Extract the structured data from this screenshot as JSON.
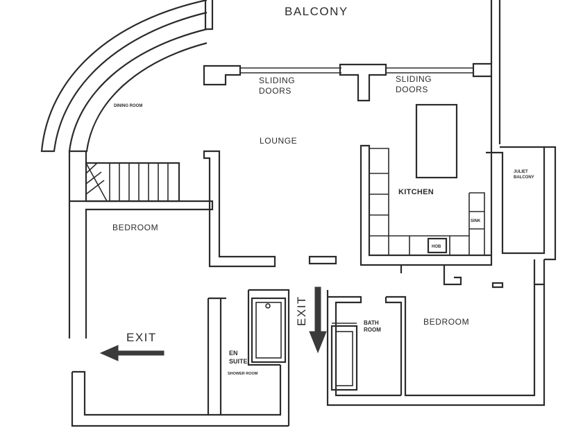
{
  "labels": {
    "balcony": "BALCONY",
    "sliding_doors_left_1": "SLIDING",
    "sliding_doors_left_2": "DOORS",
    "sliding_doors_right_1": "SLIDING",
    "sliding_doors_right_2": "DOORS",
    "dining_room": "DINING ROOM",
    "lounge": "LOUNGE",
    "kitchen": "KITCHEN",
    "juliet_balcony_1": "JULIET",
    "juliet_balcony_2": "BALCONY",
    "hob": "HOB",
    "sink": "SINK",
    "bedroom_left": "BEDROOM",
    "bedroom_right": "BEDROOM",
    "bathroom_1": "BATH",
    "bathroom_2": "ROOM",
    "ensuite_1": "EN",
    "ensuite_2": "SUITE",
    "shower_room": "SHOWER ROOM",
    "exit_left": "EXIT",
    "exit_vertical": "EXIT"
  },
  "colors": {
    "ink": "#2b2b2b",
    "paper": "#ffffff"
  }
}
